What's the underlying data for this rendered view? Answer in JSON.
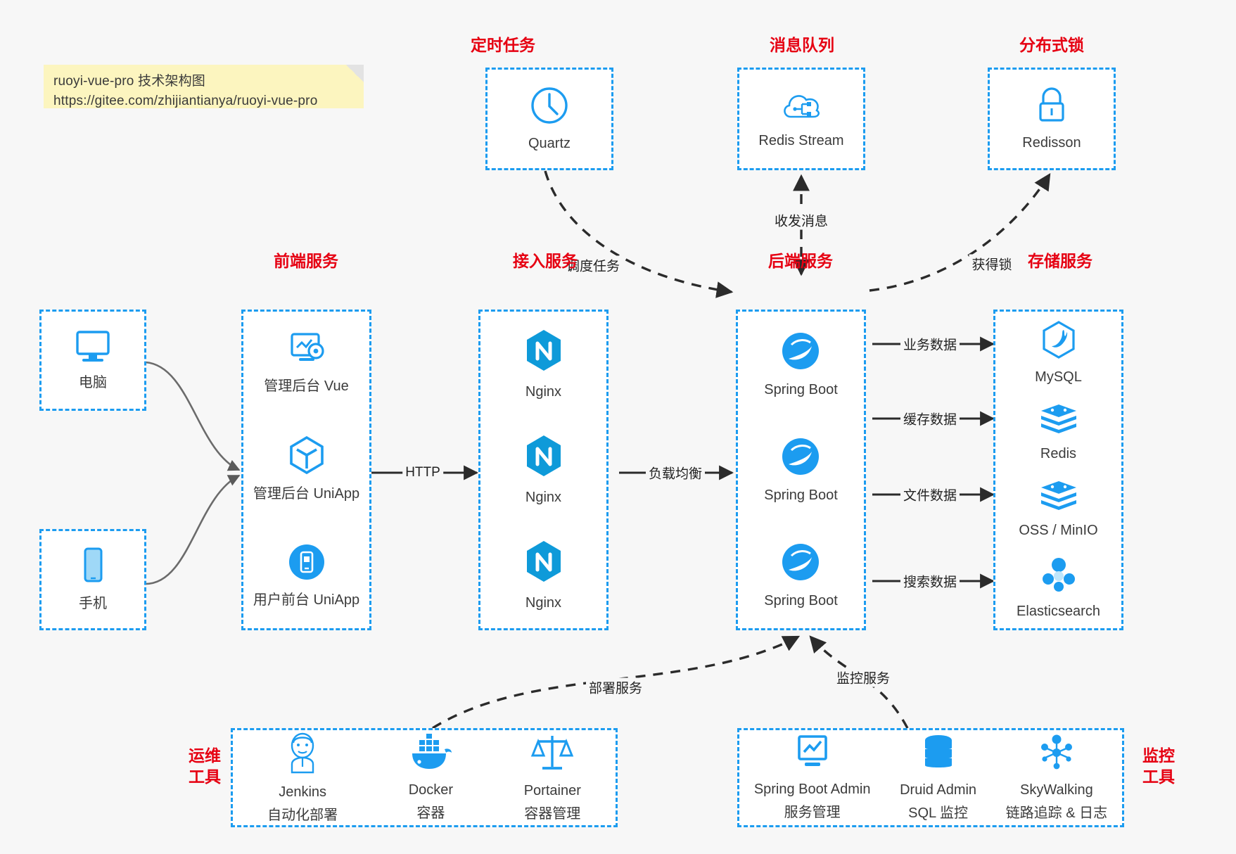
{
  "note": {
    "line1": "ruoyi-vue-pro 技术架构图",
    "line2": "https://gitee.com/zhijiantianya/ruoyi-vue-pro"
  },
  "colors": {
    "accent": "#1c9cf0",
    "title_red": "#e60012",
    "note_bg": "#fcf5bf",
    "canvas_bg": "#f7f7f7",
    "text": "#3b3b3b"
  },
  "groups": {
    "scheduled_task": {
      "title": "定时任务",
      "nodes": [
        {
          "label": "Quartz",
          "icon": "clock-icon"
        }
      ]
    },
    "message_queue": {
      "title": "消息队列",
      "nodes": [
        {
          "label": "Redis Stream",
          "icon": "cloud-stream-icon"
        }
      ]
    },
    "distributed_lock": {
      "title": "分布式锁",
      "nodes": [
        {
          "label": "Redisson",
          "icon": "lock-icon"
        }
      ]
    },
    "clients": {
      "nodes": [
        {
          "label": "电脑",
          "icon": "desktop-icon"
        },
        {
          "label": "手机",
          "icon": "mobile-icon"
        }
      ]
    },
    "frontend": {
      "title": "前端服务",
      "nodes": [
        {
          "label": "管理后台 Vue",
          "icon": "dashboard-gear-icon"
        },
        {
          "label": "管理后台 UniApp",
          "icon": "cube-icon"
        },
        {
          "label": "用户前台 UniApp",
          "icon": "phone-app-icon"
        }
      ]
    },
    "gateway": {
      "title": "接入服务",
      "nodes": [
        {
          "label": "Nginx",
          "icon": "nginx-icon"
        },
        {
          "label": "Nginx",
          "icon": "nginx-icon"
        },
        {
          "label": "Nginx",
          "icon": "nginx-icon"
        }
      ]
    },
    "backend": {
      "title": "后端服务",
      "nodes": [
        {
          "label": "Spring Boot",
          "icon": "spring-boot-icon"
        },
        {
          "label": "Spring Boot",
          "icon": "spring-boot-icon"
        },
        {
          "label": "Spring Boot",
          "icon": "spring-boot-icon"
        }
      ]
    },
    "storage": {
      "title": "存储服务",
      "nodes": [
        {
          "label": "MySQL",
          "icon": "mysql-icon"
        },
        {
          "label": "Redis",
          "icon": "redis-icon"
        },
        {
          "label": "OSS / MinIO",
          "icon": "oss-minio-icon"
        },
        {
          "label": "Elasticsearch",
          "icon": "elasticsearch-icon"
        }
      ]
    },
    "ops_tools": {
      "title_line1": "运维",
      "title_line2": "工具",
      "nodes": [
        {
          "label": "Jenkins",
          "sub": "自动化部署",
          "icon": "jenkins-icon"
        },
        {
          "label": "Docker",
          "sub": "容器",
          "icon": "docker-icon"
        },
        {
          "label": "Portainer",
          "sub": "容器管理",
          "icon": "portainer-icon"
        }
      ]
    },
    "monitor_tools": {
      "title_line1": "监控",
      "title_line2": "工具",
      "nodes": [
        {
          "label": "Spring Boot Admin",
          "sub": "服务管理",
          "icon": "monitor-chart-icon"
        },
        {
          "label": "Druid Admin",
          "sub": "SQL 监控",
          "icon": "database-icon"
        },
        {
          "label": "SkyWalking",
          "sub": "链路追踪 & 日志",
          "icon": "skywalking-icon"
        }
      ]
    }
  },
  "edges": {
    "schedule_task": "调度任务",
    "send_receive_message": "收发消息",
    "acquire_lock": "获得锁",
    "http": "HTTP",
    "load_balance": "负载均衡",
    "business_data": "业务数据",
    "cache_data": "缓存数据",
    "file_data": "文件数据",
    "search_data": "搜索数据",
    "deploy_service": "部署服务",
    "monitor_service": "监控服务"
  }
}
